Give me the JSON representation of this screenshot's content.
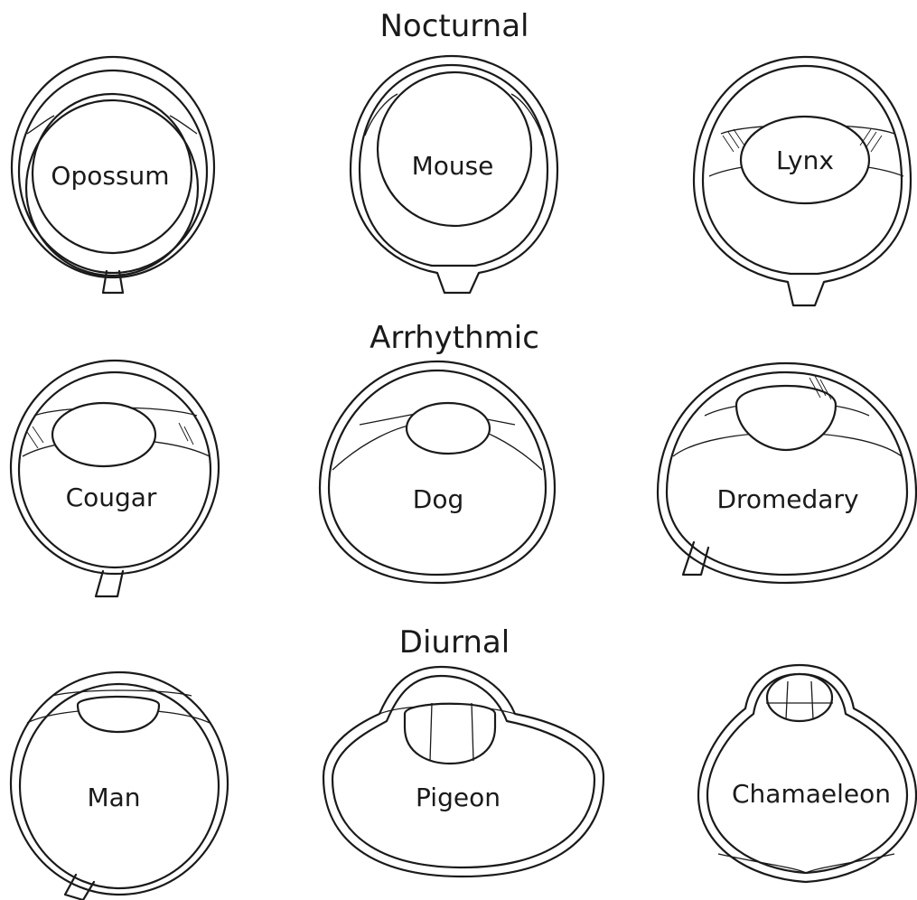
{
  "groups": [
    {
      "heading": "Nocturnal",
      "eyes": [
        "Opossum",
        "Mouse",
        "Lynx"
      ]
    },
    {
      "heading": "Arrhythmic",
      "eyes": [
        "Cougar",
        "Dog",
        "Dromedary"
      ]
    },
    {
      "heading": "Diurnal",
      "eyes": [
        "Man",
        "Pigeon",
        "Chamaeleon"
      ]
    }
  ],
  "colors": {
    "ink": "#1a1a1a",
    "background": "#ffffff"
  }
}
